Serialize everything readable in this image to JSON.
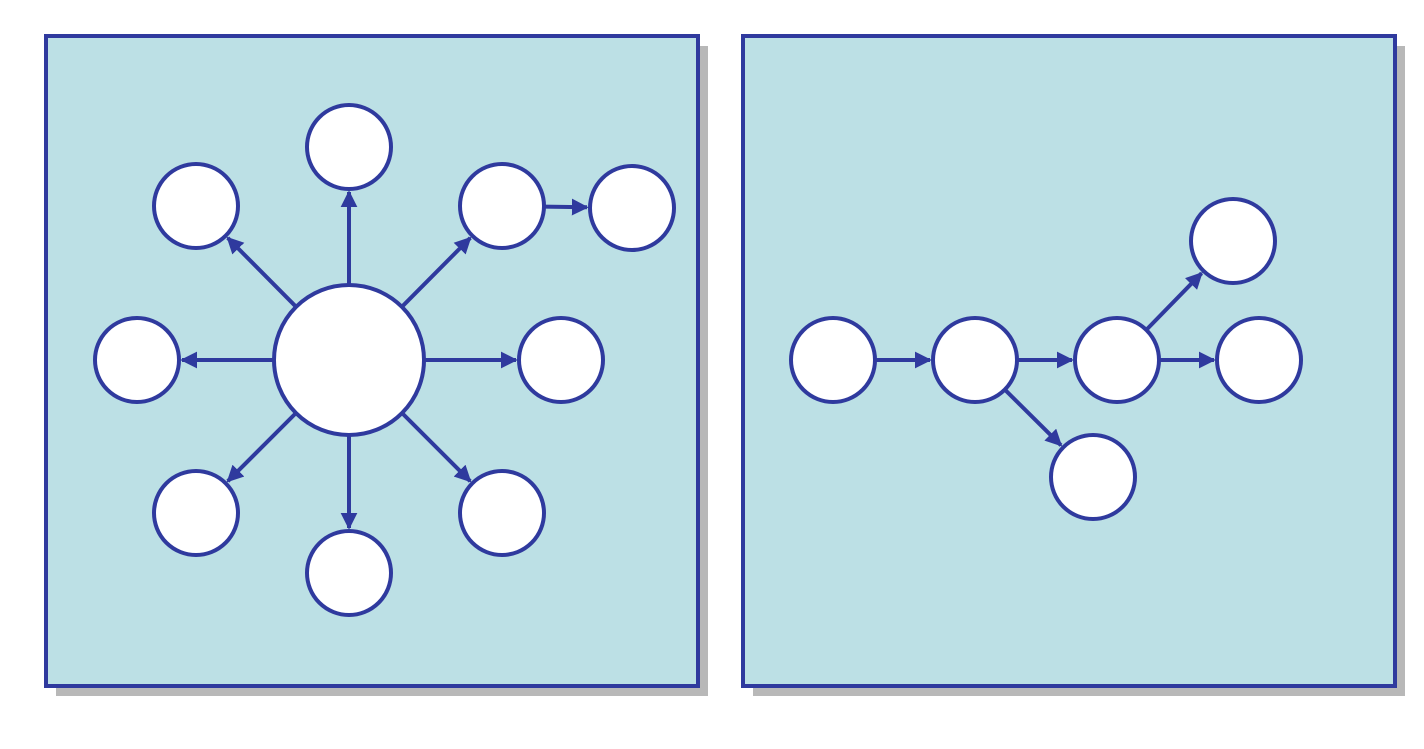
{
  "colors": {
    "background": "#ffffff",
    "panel_fill": "#bce0e5",
    "panel_border": "#2f3a9e",
    "panel_shadow": "#b8b8b8",
    "node_fill": "#ffffff",
    "node_stroke": "#2f3a9e",
    "edge": "#2f3a9e"
  },
  "diagrams": [
    {
      "name": "star-topology",
      "nodes": [
        "hub",
        "n-top",
        "n-top-left",
        "n-top-right",
        "n-far-right",
        "n-left",
        "n-right",
        "n-bottom-left",
        "n-bottom",
        "n-bottom-right"
      ],
      "edges": [
        {
          "from": "hub",
          "to": "n-top"
        },
        {
          "from": "hub",
          "to": "n-top-left"
        },
        {
          "from": "hub",
          "to": "n-top-right"
        },
        {
          "from": "n-top-right",
          "to": "n-far-right"
        },
        {
          "from": "hub",
          "to": "n-left"
        },
        {
          "from": "hub",
          "to": "n-right"
        },
        {
          "from": "hub",
          "to": "n-bottom-left"
        },
        {
          "from": "hub",
          "to": "n-bottom"
        },
        {
          "from": "hub",
          "to": "n-bottom-right"
        }
      ]
    },
    {
      "name": "chain-topology",
      "nodes": [
        "c1",
        "c2",
        "c3",
        "c4",
        "c-upper",
        "c-lower"
      ],
      "edges": [
        {
          "from": "c1",
          "to": "c2"
        },
        {
          "from": "c2",
          "to": "c3"
        },
        {
          "from": "c3",
          "to": "c4"
        },
        {
          "from": "c3",
          "to": "c-upper"
        },
        {
          "from": "c2",
          "to": "c-lower"
        }
      ]
    }
  ]
}
